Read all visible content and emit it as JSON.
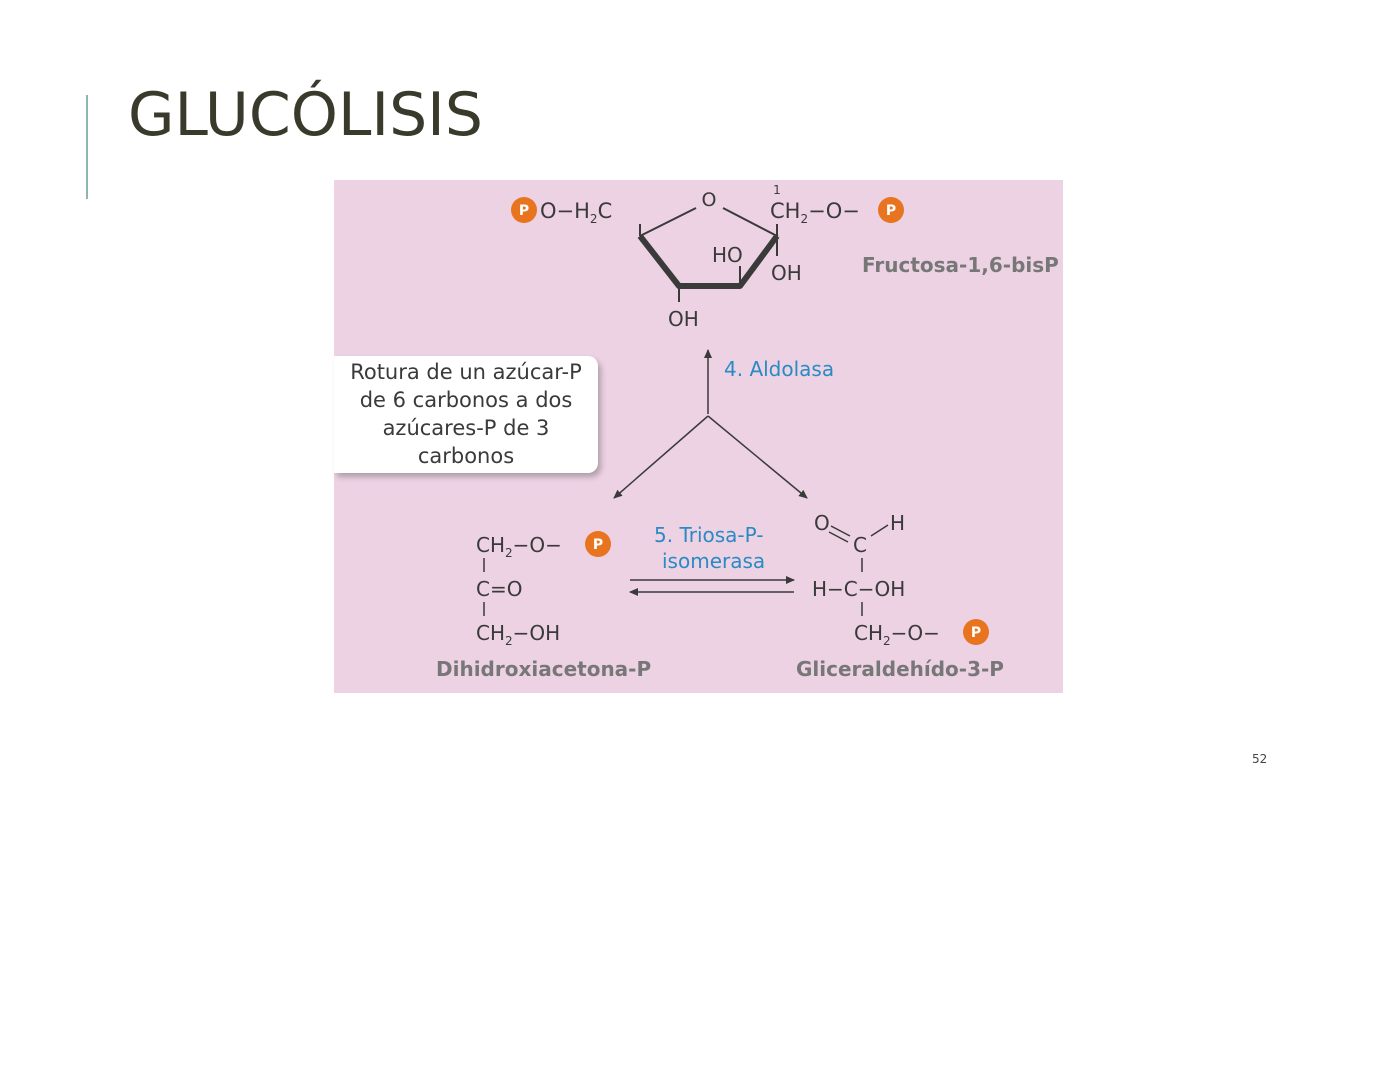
{
  "slide": {
    "title": "GLUCÓLISIS",
    "page_number": "52"
  },
  "figure": {
    "callout": "Rotura de un azúcar-P\nde 6 carbonos a dos\nazúcares-P de 3\ncarbonos",
    "enzyme_4": "4. Aldolasa",
    "enzyme_5_line1": "5. Triosa-P-",
    "enzyme_5_line2": "isomerasa",
    "fructose": {
      "label": "Fructosa-1,6-bisP",
      "left_group": "O−H",
      "left_c": "C",
      "ring_o": "O",
      "carbon_number": "1",
      "right_group": "CH",
      "right_tail": "−O−",
      "ho": "HO",
      "oh_right": "OH",
      "oh_bottom": "OH",
      "sub2": "2"
    },
    "dhap": {
      "label": "Dihidroxiacetona-P",
      "row1": "CH",
      "row1_tail": "−O−",
      "row2": "C=O",
      "row3": "CH",
      "row3_tail": "−OH",
      "sub2": "2"
    },
    "g3p": {
      "label": "Gliceraldehído-3-P",
      "o": "O",
      "h": "H",
      "c_top": "C",
      "row2": "H−C−OH",
      "row3": "CH",
      "row3_tail": "−O−",
      "sub2": "2"
    },
    "phosphate": "P",
    "colors": {
      "background": "#ecd2e3",
      "phosphate": "#e8741f",
      "enzyme_text": "#2a8ac4",
      "label_text": "#777777"
    }
  }
}
